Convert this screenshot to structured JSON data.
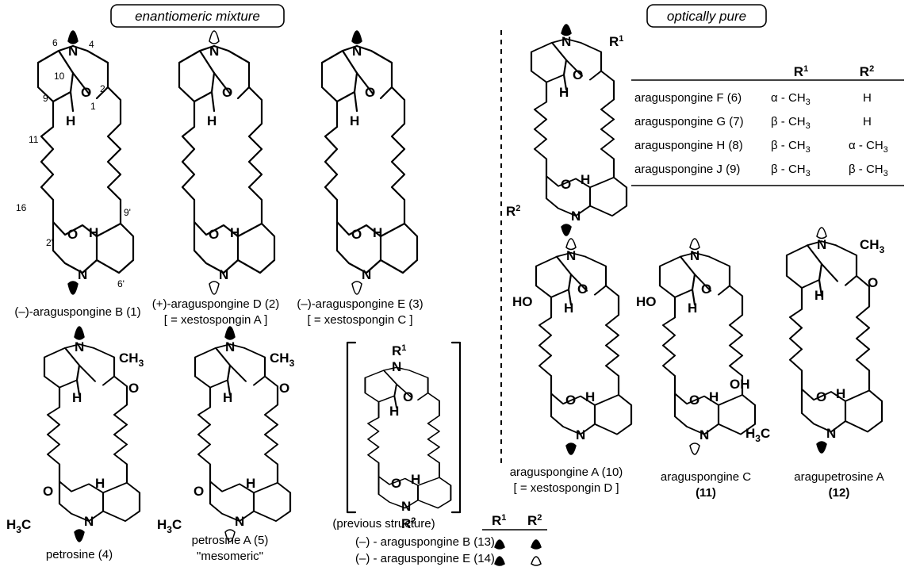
{
  "headers": {
    "left": "enantiomeric mixture",
    "right": "optically pure"
  },
  "labels": {
    "c1": "(–)-araguspongine B (1)",
    "c2": "(+)-araguspongine D (2)",
    "c2_alias": "[ = xestospongin A ]",
    "c3": "(–)-araguspongine E (3)",
    "c3_alias": "[ = xestospongin C ]",
    "c4": "petrosine (4)",
    "c5": "petrosine A (5)",
    "c5_note": "\"mesomeric\"",
    "prev": "(previous structure)",
    "c13": "(–) - araguspongine B (13)",
    "c14": "(–) - araguspongine E (14)",
    "c10": "araguspongine A (10)",
    "c10_alias": "[ = xestospongin D ]",
    "c11_name": "araguspongine C",
    "c11_num": "(11)",
    "c12_name": "aragupetrosine A",
    "c12_num": "(12)"
  },
  "atoms": {
    "N": "N",
    "O": "O",
    "H": "H",
    "CH3": "CH",
    "H3C": "H",
    "sub3": "3",
    "HO": "HO",
    "OH": "OH",
    "R": "R",
    "sup1": "1",
    "sup2": "2"
  },
  "numbering": [
    "6",
    "4",
    "10",
    "9",
    "2",
    "1",
    "11",
    "16",
    "2'",
    "9'",
    "6'"
  ],
  "table": {
    "col_r1": "R",
    "col_r2": "R",
    "sup1": "1",
    "sup2": "2",
    "rows": [
      {
        "name": "araguspongine F (6)",
        "r1": "α - CH",
        "r2": "H"
      },
      {
        "name": "araguspongine G (7)",
        "r1": "β - CH",
        "r2": "H"
      },
      {
        "name": "araguspongine H (8)",
        "r1": "β - CH",
        "r2": "α - CH"
      },
      {
        "name": "araguspongine J (9)",
        "r1": "β - CH",
        "r2": "β - CH"
      }
    ]
  },
  "lone_pair_legend": {
    "c13": {
      "r1": "filled",
      "r2": "filled"
    },
    "c14": {
      "r1": "filled",
      "r2": "open"
    }
  }
}
